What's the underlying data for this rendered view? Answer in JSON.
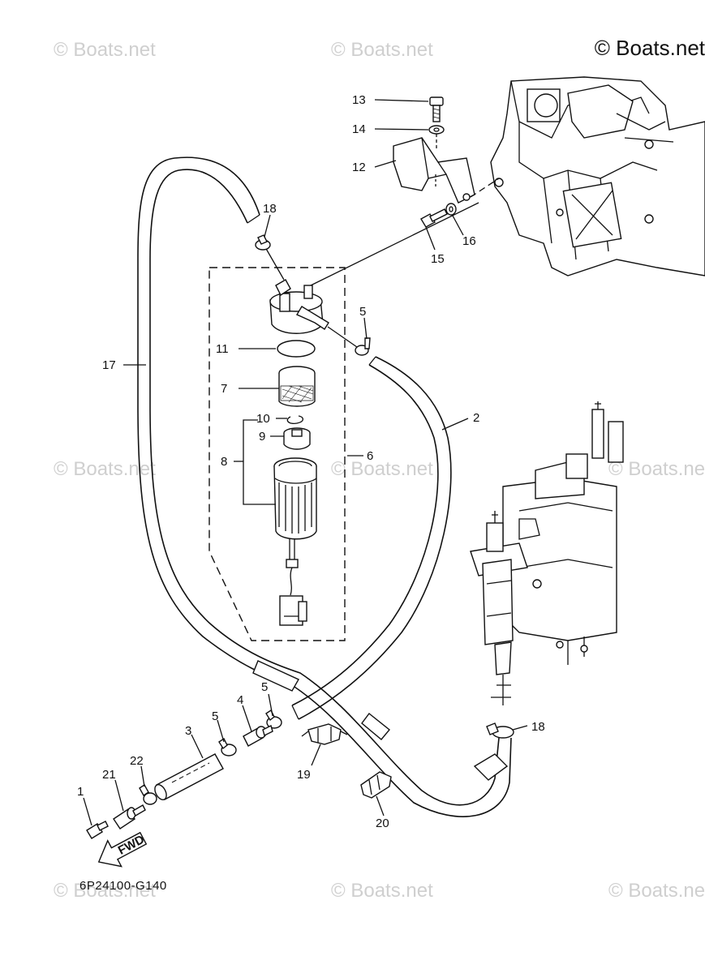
{
  "copyright": "© Boats.net",
  "watermark": "© Boats.net",
  "diagram_code": "6P24100-G140",
  "fwd_label": "FWD",
  "callouts": {
    "c1": "1",
    "c2": "2",
    "c3": "3",
    "c4": "4",
    "c5a": "5",
    "c5b": "5",
    "c5c": "5",
    "c6": "6",
    "c7": "7",
    "c8": "8",
    "c9": "9",
    "c10": "10",
    "c11": "11",
    "c12": "12",
    "c13": "13",
    "c14": "14",
    "c15": "15",
    "c16": "16",
    "c17": "17",
    "c18a": "18",
    "c18b": "18",
    "c19": "19",
    "c20": "20",
    "c21": "21",
    "c22": "22"
  }
}
